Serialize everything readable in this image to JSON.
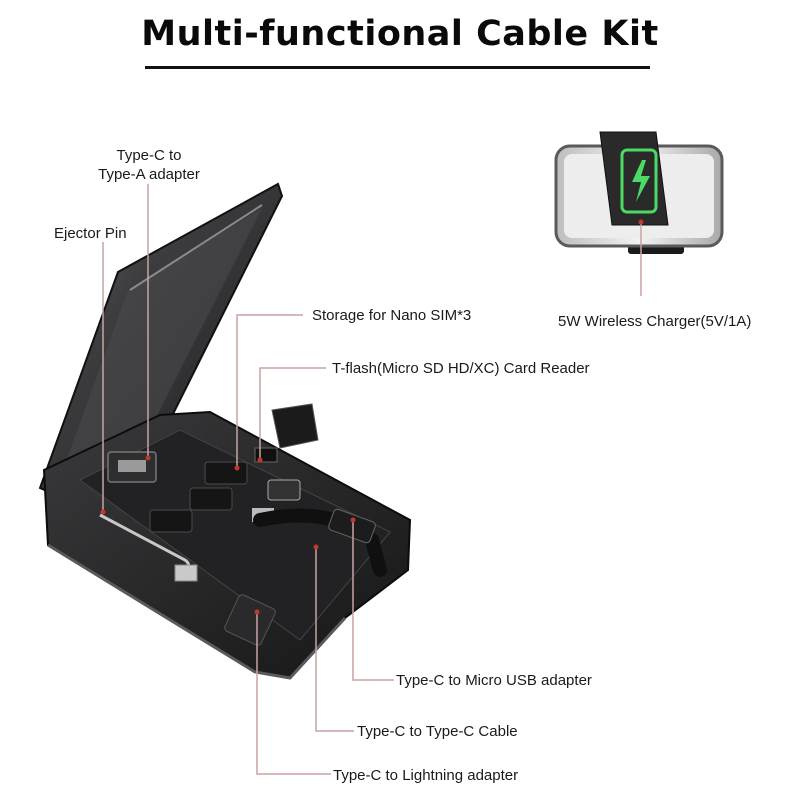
{
  "title": "Multi-functional Cable Kit",
  "callouts": {
    "type_c_to_type_a": [
      "Type-C to",
      "Type-A adapter"
    ],
    "ejector_pin": "Ejector Pin",
    "nano_sim_storage": "Storage for Nano SIM*3",
    "card_reader": "T-flash(Micro SD HD/XC) Card Reader",
    "wireless_charger": "5W Wireless Charger(5V/1A)",
    "micro_usb_adapter": "Type-C to Micro USB adapter",
    "type_c_cable": "Type-C to Type-C Cable",
    "lightning_adapter": "Type-C to Lightning adapter"
  },
  "colors": {
    "leader_line": "#c9a3a3",
    "leader_dot": "#c0392b",
    "case_body": "#2b2b2d",
    "case_lid": "#3a3a3c",
    "charge_glow": "#4cd964"
  }
}
